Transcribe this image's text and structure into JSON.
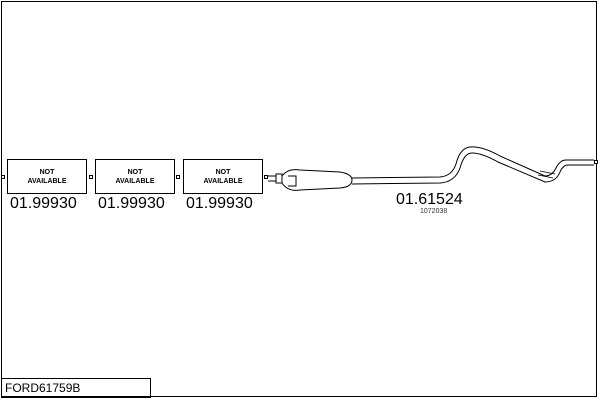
{
  "diagram": {
    "parts": [
      {
        "label_line1": "NOT",
        "label_line2": "AVAILABLE",
        "code": "01.99930"
      },
      {
        "label_line1": "NOT",
        "label_line2": "AVAILABLE",
        "code": "01.99930"
      },
      {
        "label_line1": "NOT",
        "label_line2": "AVAILABLE",
        "code": "01.99930"
      }
    ],
    "rear_section": {
      "code": "01.61524",
      "sub_code": "1072038"
    },
    "model_code": "FORD61759B"
  }
}
